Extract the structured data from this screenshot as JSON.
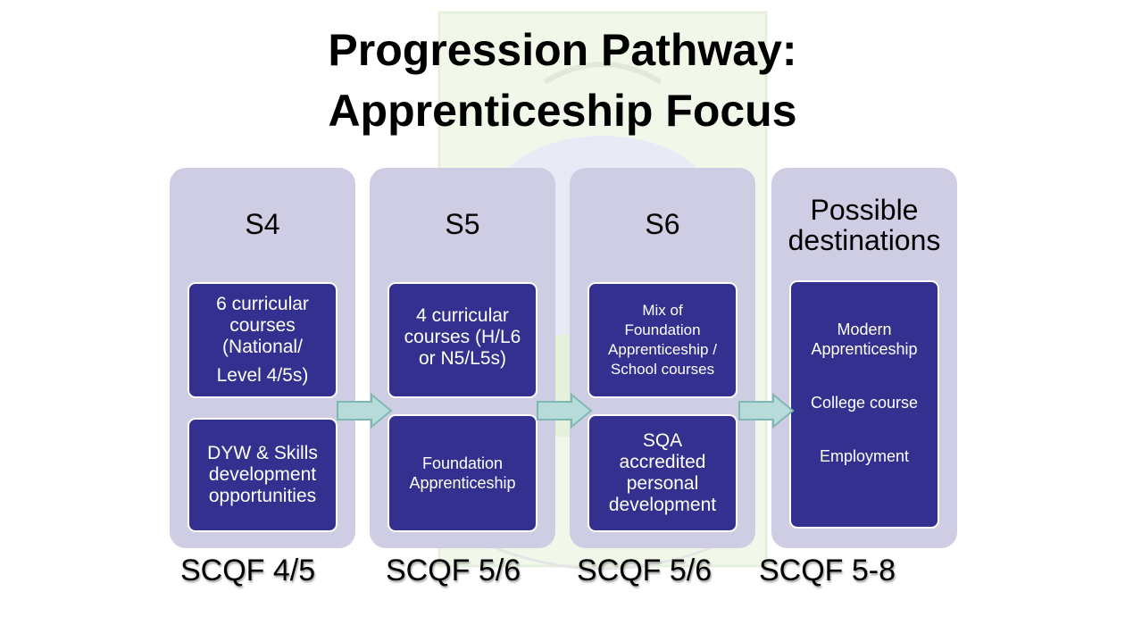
{
  "title": {
    "line1": "Progression Pathway:",
    "line2": "Apprenticeship Focus"
  },
  "columns": [
    {
      "heading": "S4",
      "boxes": [
        {
          "lines": [
            "6 curricular",
            "courses",
            "(National/",
            "Level 4/5s)"
          ]
        },
        {
          "lines": [
            "DYW & Skills",
            "development",
            "opportunities"
          ]
        }
      ],
      "scqf": "SCQF 4/5"
    },
    {
      "heading": "S5",
      "boxes": [
        {
          "lines": [
            "4 curricular",
            "courses (H/L6",
            "or N5/L5s)"
          ]
        },
        {
          "lines": [
            "Foundation",
            "Apprenticeship"
          ]
        }
      ],
      "scqf": "SCQF 5/6"
    },
    {
      "heading": "S6",
      "boxes": [
        {
          "lines": [
            "Mix of",
            "Foundation",
            "Apprenticeship /",
            "School courses"
          ]
        },
        {
          "lines": [
            "SQA",
            "accredited",
            "personal",
            "development"
          ]
        }
      ],
      "scqf": "SCQF 5/6"
    },
    {
      "heading_lines": [
        "Possible",
        "destinations"
      ],
      "destinations": [
        "Modern",
        "Apprenticeship",
        "College course",
        "Employment"
      ],
      "scqf": "SCQF 5-8"
    }
  ],
  "colors": {
    "column_bg": "#cfcde3",
    "box_bg": "#33308f",
    "arrow_fill": "#b7dbd9",
    "arrow_stroke": "#7fb7b4"
  }
}
